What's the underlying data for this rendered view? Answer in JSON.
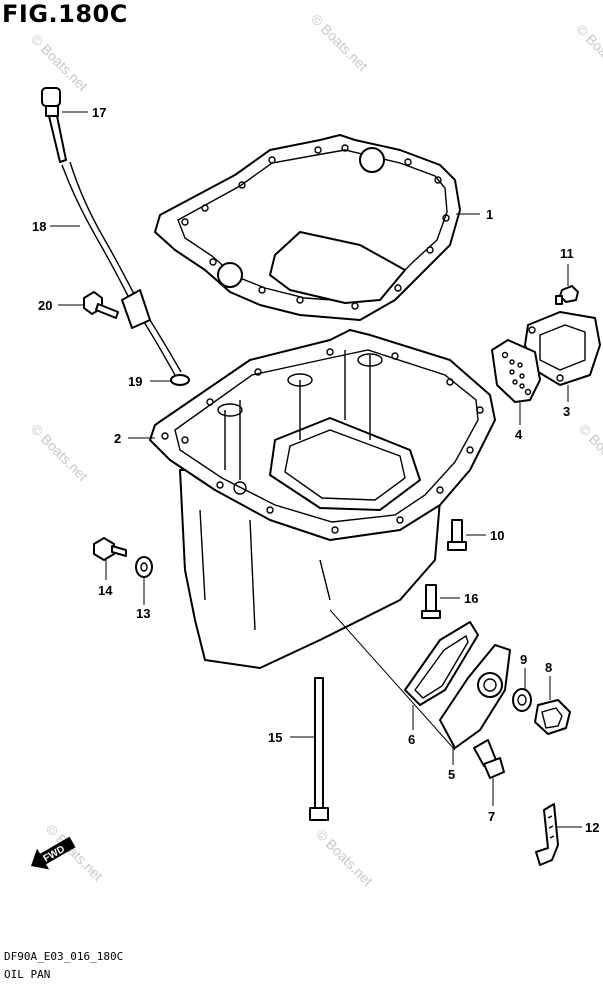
{
  "figure": {
    "title": "FIG.180C",
    "code": "DF90A_E03_016_180C",
    "caption": "OIL PAN"
  },
  "watermark": {
    "text": "© Boats.net"
  },
  "direction": {
    "label": "FWD"
  },
  "callouts": [
    {
      "number": "1",
      "part": "gasket"
    },
    {
      "number": "2",
      "part": "oil-pan"
    },
    {
      "number": "3",
      "part": "cover"
    },
    {
      "number": "4",
      "part": "screen"
    },
    {
      "number": "5",
      "part": "plate"
    },
    {
      "number": "6",
      "part": "gasket"
    },
    {
      "number": "7",
      "part": "bolt"
    },
    {
      "number": "8",
      "part": "drain-plug"
    },
    {
      "number": "9",
      "part": "gasket"
    },
    {
      "number": "10",
      "part": "bolt"
    },
    {
      "number": "11",
      "part": "bolt"
    },
    {
      "number": "12",
      "part": "clip"
    },
    {
      "number": "13",
      "part": "washer"
    },
    {
      "number": "14",
      "part": "bolt"
    },
    {
      "number": "15",
      "part": "bolt"
    },
    {
      "number": "16",
      "part": "bolt"
    },
    {
      "number": "17",
      "part": "dipstick"
    },
    {
      "number": "18",
      "part": "dipstick-guide"
    },
    {
      "number": "19",
      "part": "o-ring"
    },
    {
      "number": "20",
      "part": "bolt"
    }
  ]
}
